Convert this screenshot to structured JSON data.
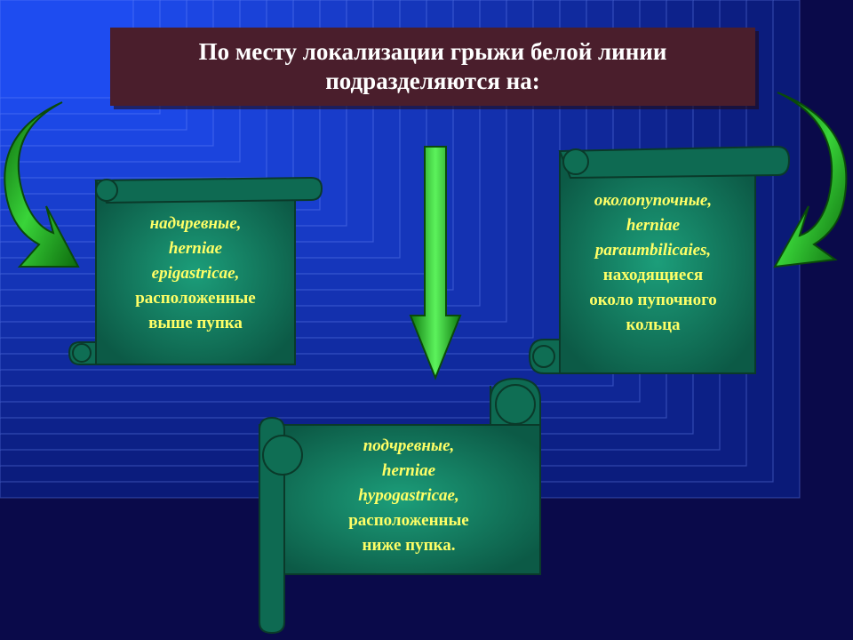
{
  "title": {
    "line1": "По месту локализации грыжи белой линии",
    "line2": "подразделяются на:"
  },
  "scrolls": {
    "left": [
      "надчревные,",
      "herniae",
      "epigastricae,",
      "расположенные",
      "выше пупка"
    ],
    "right": [
      "околопупочные,",
      "herniae",
      "paraumbilicaies,",
      "находящиеся",
      "около пупочного",
      "кольца"
    ],
    "bottom": [
      "подчревные,",
      "herniae",
      "hypogastricae,",
      "расположенные",
      "ниже пупка."
    ]
  },
  "colors": {
    "background": "#0a0a4a",
    "title_box": "#4a1e2c",
    "title_text": "#ffffff",
    "scroll_fill": "#127a5e",
    "scroll_text": "#ffff66",
    "arrow_green": "#22cc22"
  },
  "icons": {
    "left_arrow": "curved-arrow-icon",
    "middle_arrow": "down-arrow-icon",
    "right_arrow": "curved-arrow-icon"
  }
}
